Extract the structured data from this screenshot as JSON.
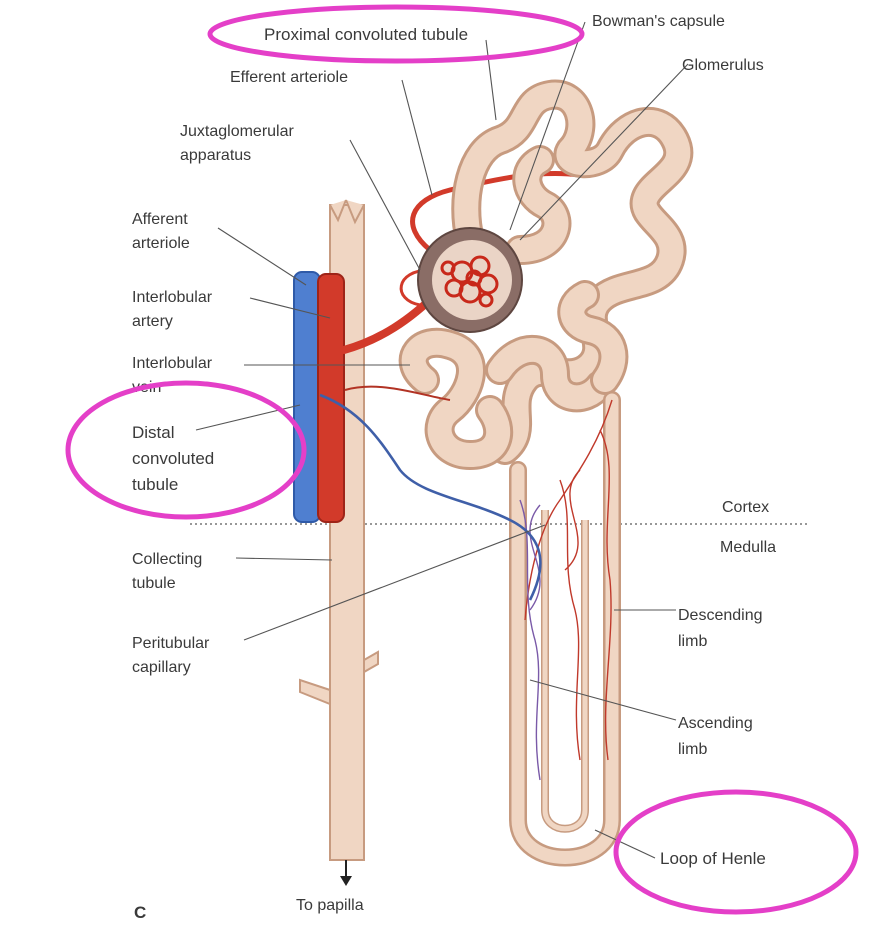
{
  "labels": {
    "proximal": "Proximal convoluted tubule",
    "bowman": "Bowman's capsule",
    "efferent": "Efferent arteriole",
    "glomerulus": "Glomerulus",
    "juxta_1": "Juxtaglomerular",
    "juxta_2": "apparatus",
    "afferent_1": "Afferent",
    "afferent_2": "arteriole",
    "interlob_artery_1": "Interlobular",
    "interlob_artery_2": "artery",
    "interlob_vein_1": "Interlobular",
    "interlob_vein_2": "vein",
    "distal_1": "Distal",
    "distal_2": "convoluted",
    "distal_3": "tubule",
    "cortex": "Cortex",
    "medulla": "Medulla",
    "collecting_1": "Collecting",
    "collecting_2": "tubule",
    "peritubular_1": "Peritubular",
    "peritubular_2": "capillary",
    "descending_1": "Descending",
    "descending_2": "limb",
    "ascending_1": "Ascending",
    "ascending_2": "limb",
    "loop": "Loop of Henle",
    "papilla": "To papilla",
    "panel": "C"
  },
  "colors": {
    "highlight": "#e43fc8",
    "artery": "#d23a2a",
    "vein": "#3f6fc4",
    "tubule_fill": "#f0d6c3",
    "tubule_edge": "#c79b80",
    "capsule": "#8c6f66"
  }
}
